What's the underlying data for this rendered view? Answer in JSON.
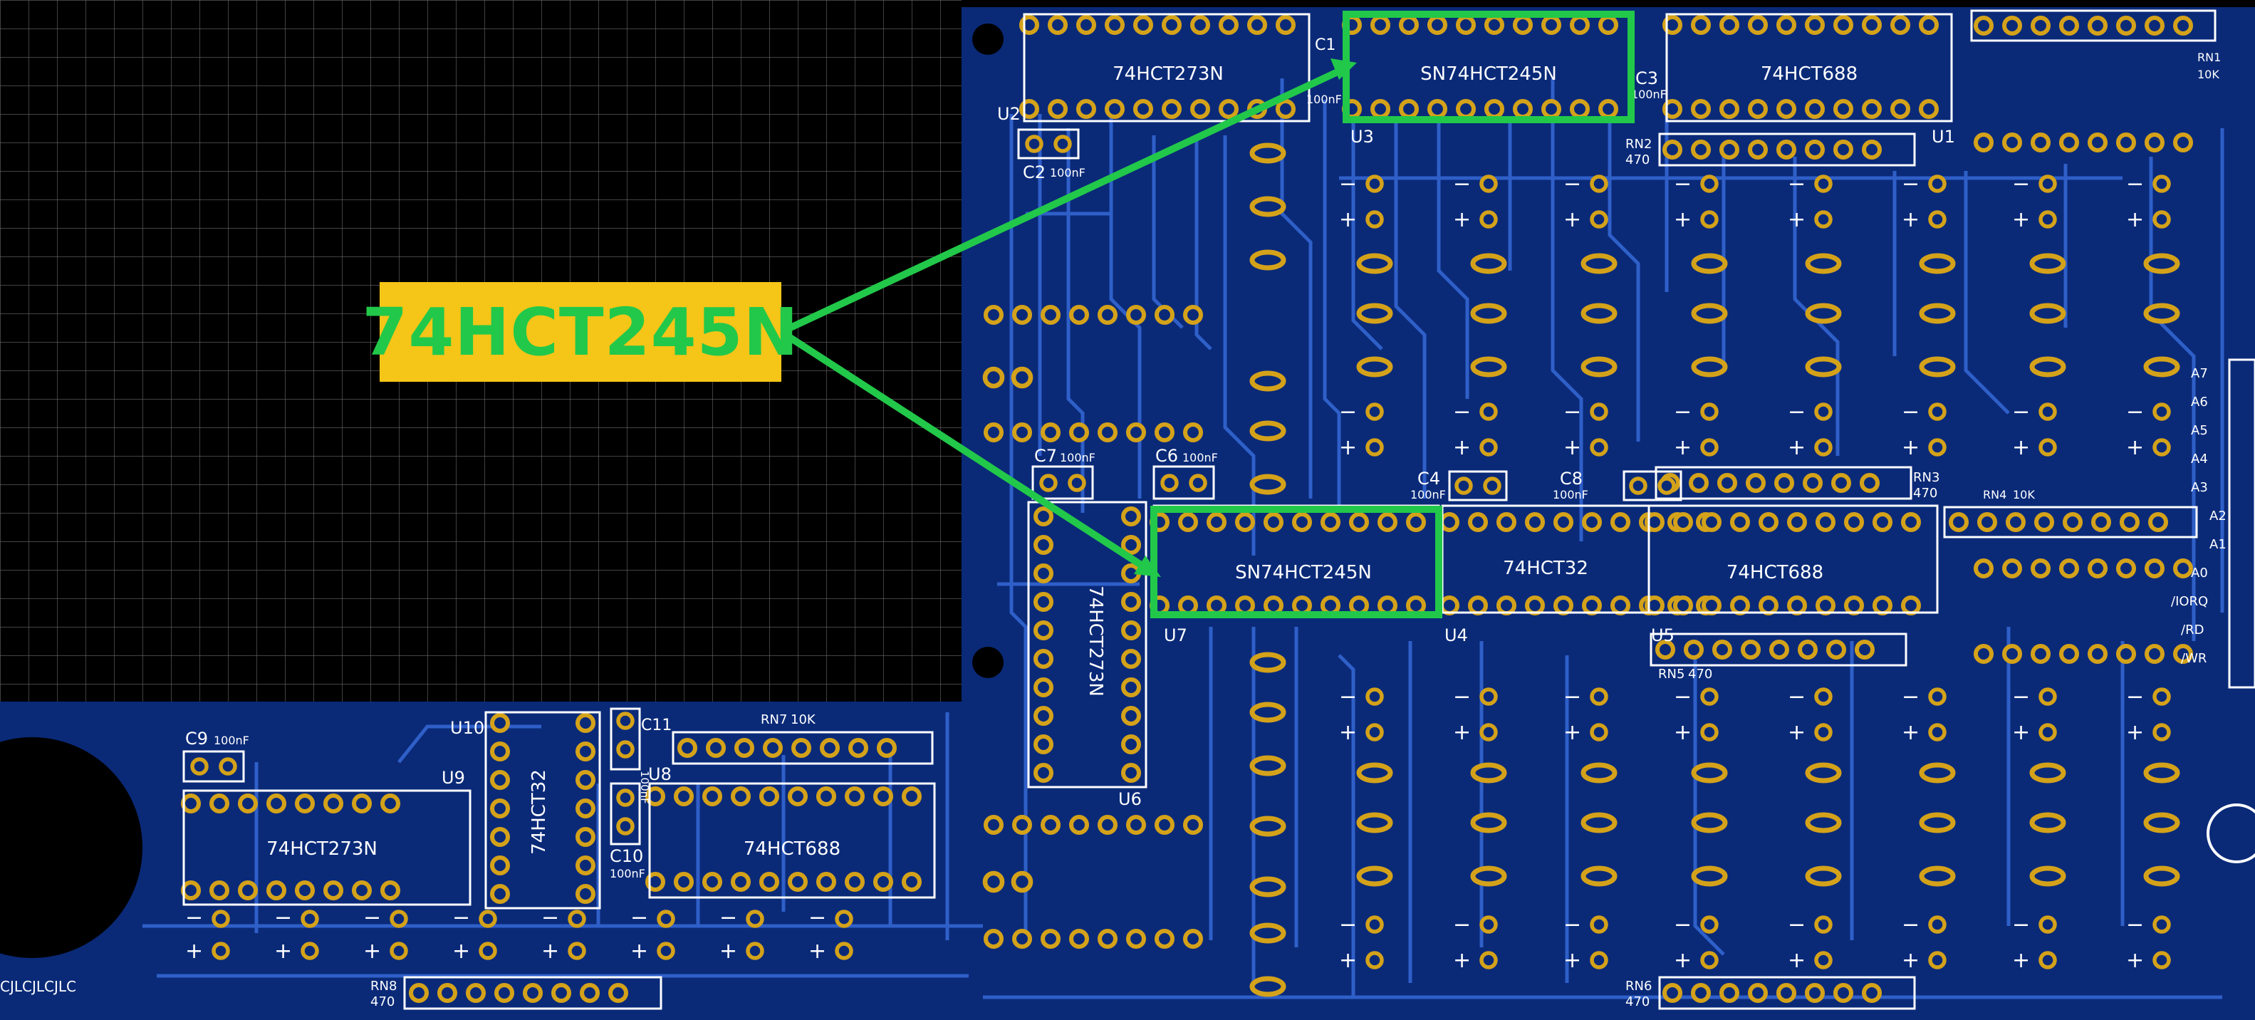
{
  "colors": {
    "board": "#0a2a78",
    "trace": "#2f5fc8",
    "pad": "#d4a21a",
    "silk": "#ffffff",
    "grid": "#6b6b6b",
    "highlight": "#22c84a",
    "callout_bg": "#f5c518"
  },
  "callout": {
    "label": "74HCT245N"
  },
  "board_edge_text": "CJLCJLCJLC",
  "chips": [
    {
      "ref": "U2",
      "part": "74HCT273N"
    },
    {
      "ref": "U3",
      "part": "SN74HCT245N"
    },
    {
      "ref": "U1",
      "part": "74HCT688"
    },
    {
      "ref": "U7",
      "part": "SN74HCT245N"
    },
    {
      "ref": "U4",
      "part": "74HCT32"
    },
    {
      "ref": "U5",
      "part": "74HCT688"
    },
    {
      "ref": "U6",
      "part": "74HCT273N"
    },
    {
      "ref": "U9",
      "part": "74HCT273N"
    },
    {
      "ref": "U10",
      "part": "74HCT32"
    },
    {
      "ref": "U8",
      "part": "74HCT688"
    }
  ],
  "capacitors": [
    {
      "ref": "C1",
      "value": "100nF"
    },
    {
      "ref": "C2",
      "value": "100nF"
    },
    {
      "ref": "C3",
      "value": "100nF"
    },
    {
      "ref": "C4",
      "value": "100nF"
    },
    {
      "ref": "C6",
      "value": "100nF"
    },
    {
      "ref": "C7",
      "value": "100nF"
    },
    {
      "ref": "C8",
      "value": "100nF"
    },
    {
      "ref": "C9",
      "value": "100nF"
    },
    {
      "ref": "C10",
      "value": "100nF"
    },
    {
      "ref": "C11",
      "value": "100nF"
    }
  ],
  "resistor_networks": [
    {
      "ref": "RN1",
      "value": "10K"
    },
    {
      "ref": "RN2",
      "value": "470"
    },
    {
      "ref": "RN3",
      "value": "470"
    },
    {
      "ref": "RN4",
      "value": "10K"
    },
    {
      "ref": "RN5",
      "value": "470"
    },
    {
      "ref": "RN6",
      "value": "470"
    },
    {
      "ref": "RN7",
      "value": "10K"
    },
    {
      "ref": "RN8",
      "value": "470"
    }
  ],
  "connector_labels": [
    "A7",
    "A6",
    "A5",
    "A4",
    "A3",
    "A2",
    "A1",
    "A0",
    "/IORQ",
    "/RD",
    "/WR"
  ],
  "polarity": {
    "minus": "−",
    "plus": "+"
  }
}
